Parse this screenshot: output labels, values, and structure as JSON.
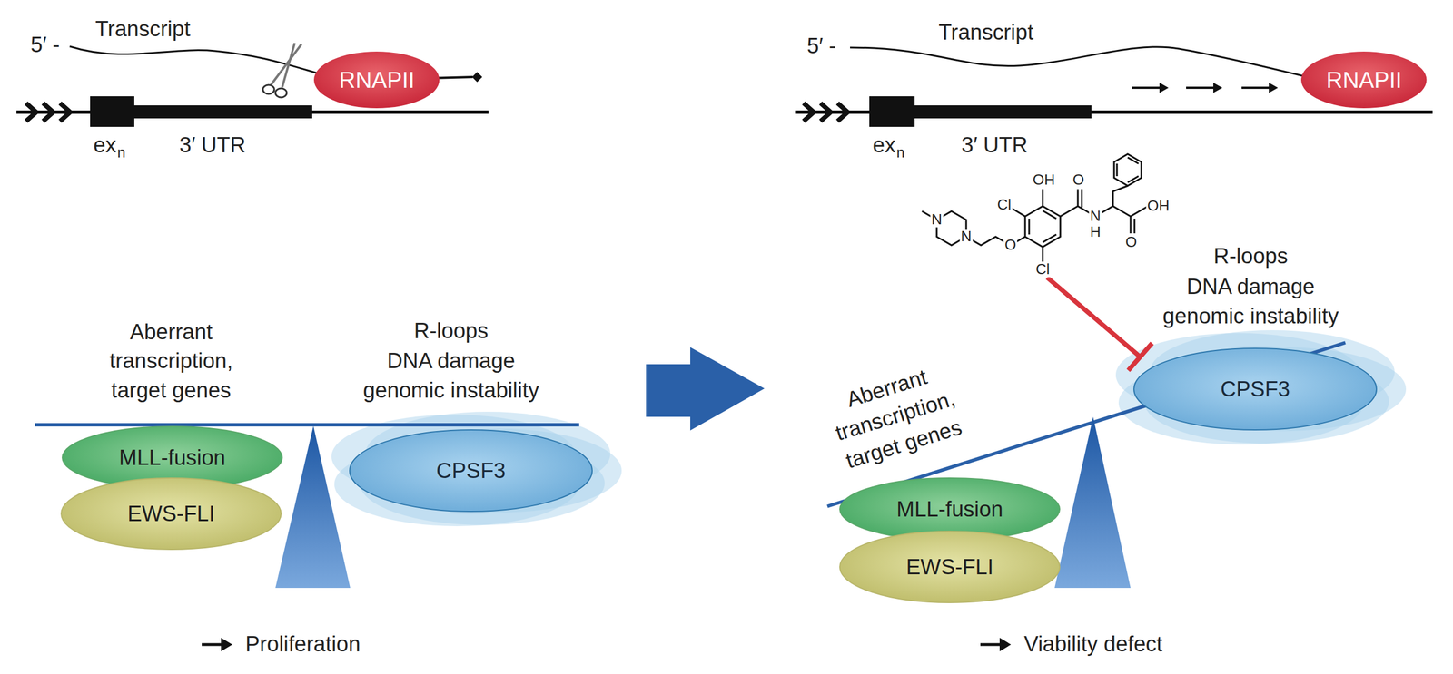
{
  "diagram": {
    "nodes": [
      {
        "text": [
          "RNAPII"
        ]
      },
      {
        "text": [
          "RNAPII"
        ]
      },
      {
        "text": [
          "MLL-fusion"
        ]
      },
      {
        "text": [
          "EWS-FLI"
        ]
      },
      {
        "text": [
          "CPSF3"
        ]
      },
      {
        "text": [
          "MLL-fusion"
        ]
      },
      {
        "text": [
          "EWS-FLI"
        ]
      },
      {
        "text": [
          "CPSF3"
        ]
      }
    ],
    "labels": [
      "5′ -",
      "Transcript",
      "ex",
      "n",
      "3′ UTR",
      "5′ -",
      "Transcript",
      "ex",
      "n",
      "3′ UTR",
      "OH",
      "Cl",
      "O",
      "N",
      "N",
      "Cl",
      "O",
      "N",
      "H",
      "O",
      "OH",
      "Aberrant transcription, target genes",
      "R-loops",
      "DNA damage",
      "genomic instability",
      "Proliferation",
      "Aberrant transcription, target genes",
      "R-loops",
      "DNA damage",
      "genomic instability",
      "Viability defect"
    ]
  }
}
